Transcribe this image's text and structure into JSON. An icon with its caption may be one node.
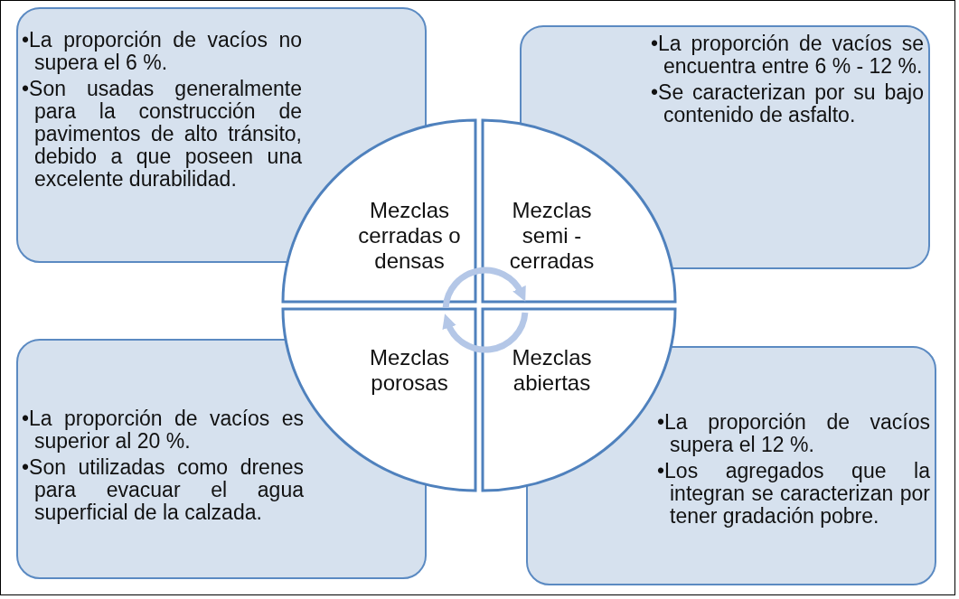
{
  "diagram": {
    "nodes": [
      {
        "text": [
          "•La proporción de vacíos no supera el 6 %.",
          "•Son usadas generalmente para la construcción de pavimentos de alto tránsito, debido a que poseen una excelente durabilidad."
        ]
      },
      {
        "text": [
          "•La proporción de vacíos se encuentra entre 6 % - 12 %.",
          "•Se caracterizan por su bajo contenido de asfalto."
        ]
      },
      {
        "text": [
          "Mezclas cerradas o densas"
        ]
      },
      {
        "text": [
          "Mezclas semi - cerradas"
        ]
      },
      {
        "text": [
          "Mezclas porosas"
        ]
      },
      {
        "text": [
          "Mezclas abiertas"
        ]
      },
      {
        "text": [
          "•La proporción de vacíos es superior al 20 %.",
          "•Son utilizadas como drenes para evacuar el agua superficial de la calzada."
        ]
      },
      {
        "text": [
          "•La proporción de vacíos supera el 12 %.",
          "•Los agregados que la integran se caracterizan por tener gradación pobre."
        ]
      }
    ],
    "edges": [
      {
        "from": 2,
        "to": 3,
        "arrow": "to"
      },
      {
        "from": 5,
        "to": 4,
        "arrow": "to"
      }
    ]
  }
}
